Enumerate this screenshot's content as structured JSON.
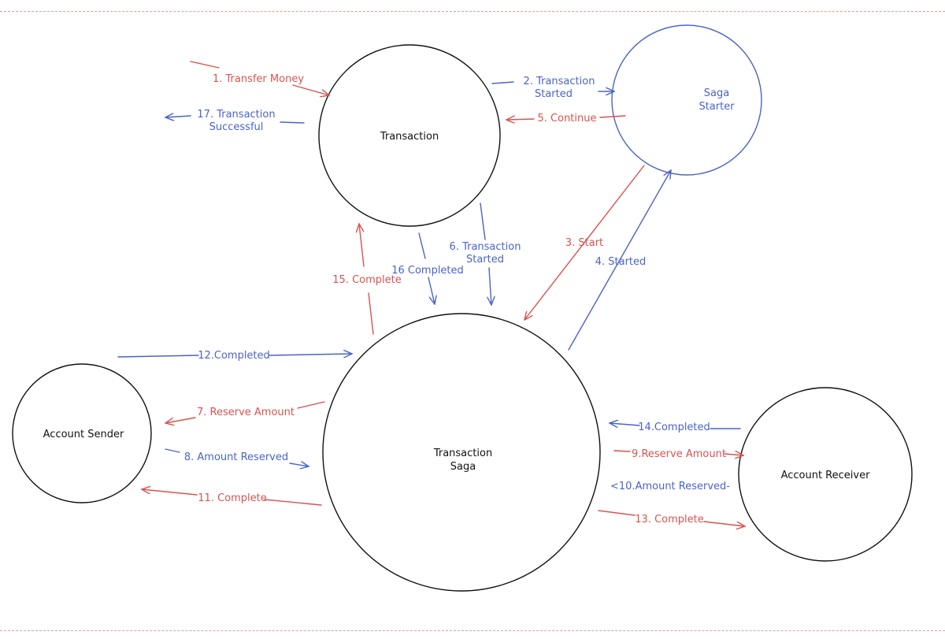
{
  "colors": {
    "request": "#d9534f",
    "event": "#4a63c9",
    "node": "#111111",
    "saga_starter": "#4a63c9"
  },
  "nodes": {
    "transaction": "Transaction",
    "saga_starter": [
      "Saga",
      "Starter"
    ],
    "transaction_saga": [
      "Transaction",
      "Saga"
    ],
    "account_sender": "Account Sender",
    "account_receiver": "Account Receiver"
  },
  "edges": [
    {
      "id": "e1",
      "label": [
        "1. Transfer Money"
      ],
      "color": "red"
    },
    {
      "id": "e2",
      "label": [
        "2. Transaction",
        "Started"
      ],
      "color": "blue"
    },
    {
      "id": "e3",
      "label": [
        "3. Start"
      ],
      "color": "red"
    },
    {
      "id": "e4",
      "label": [
        "4. Started"
      ],
      "color": "blue"
    },
    {
      "id": "e5",
      "label": [
        "5. Continue"
      ],
      "color": "red"
    },
    {
      "id": "e6",
      "label": [
        "6. Transaction",
        "Started"
      ],
      "color": "blue"
    },
    {
      "id": "e7",
      "label": [
        "7. Reserve Amount"
      ],
      "color": "red"
    },
    {
      "id": "e8",
      "label": [
        "8. Amount Reserved"
      ],
      "color": "blue"
    },
    {
      "id": "e9",
      "label": [
        "9.Reserve Amount"
      ],
      "color": "red"
    },
    {
      "id": "e10",
      "label": [
        "<10.Amount Reserved-"
      ],
      "color": "blue"
    },
    {
      "id": "e11",
      "label": [
        "11. Complete"
      ],
      "color": "red"
    },
    {
      "id": "e12",
      "label": [
        "12.Completed"
      ],
      "color": "blue"
    },
    {
      "id": "e13",
      "label": [
        "13. Complete"
      ],
      "color": "red"
    },
    {
      "id": "e14",
      "label": [
        "14.Completed"
      ],
      "color": "blue"
    },
    {
      "id": "e15",
      "label": [
        "15. Complete"
      ],
      "color": "red"
    },
    {
      "id": "e16",
      "label": [
        "16 Completed"
      ],
      "color": "blue"
    },
    {
      "id": "e17",
      "label": [
        "17. Transaction",
        "Successful"
      ],
      "color": "blue"
    }
  ]
}
